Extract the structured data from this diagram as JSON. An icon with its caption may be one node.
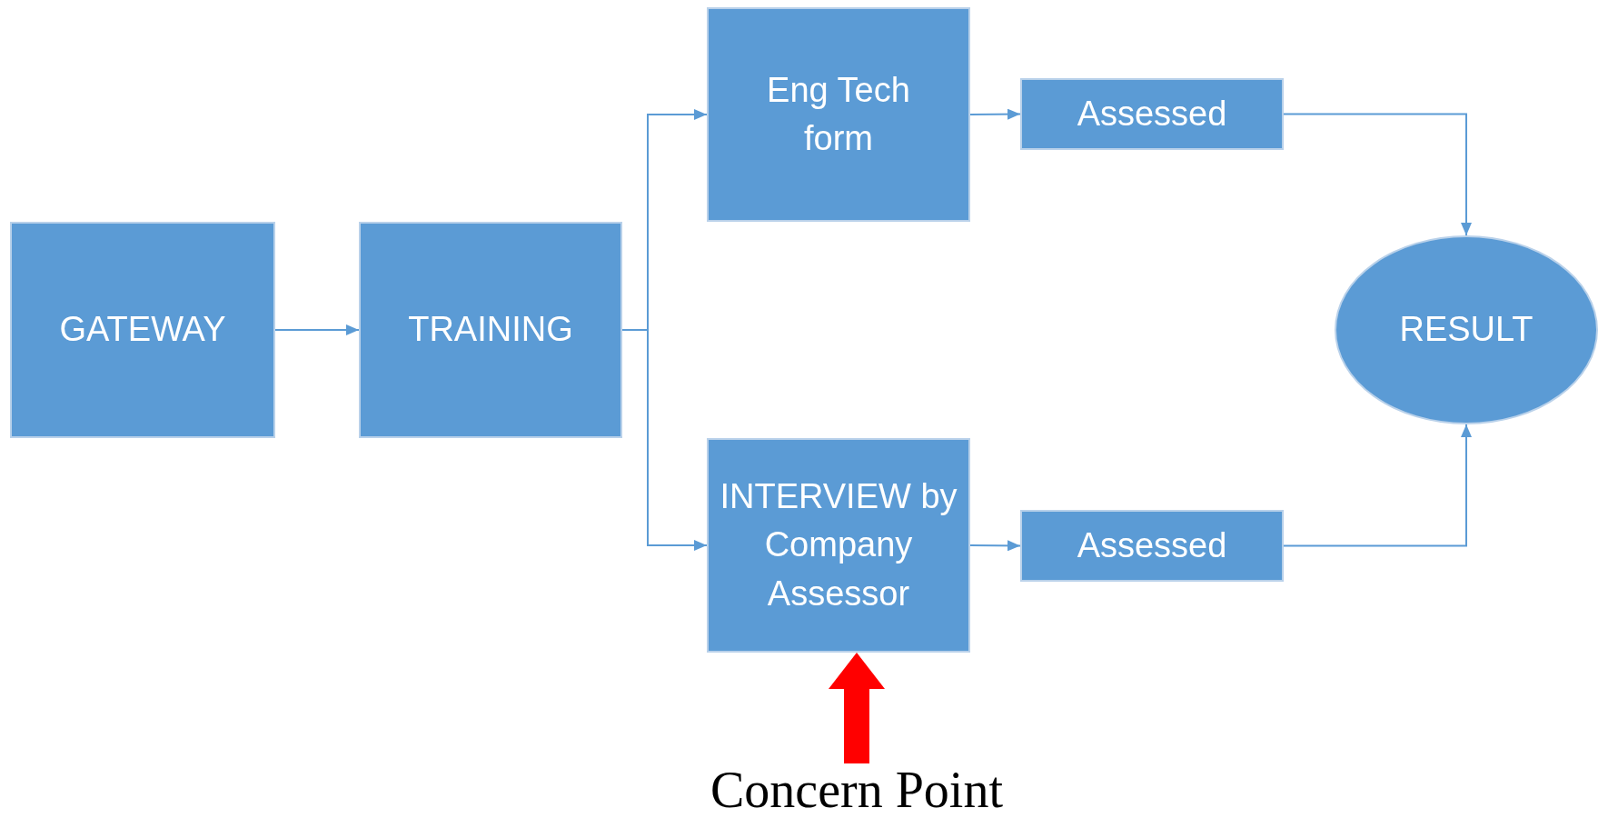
{
  "diagram": {
    "nodes": [
      {
        "text": [
          "GATEWAY"
        ]
      },
      {
        "text": [
          "TRAINING"
        ]
      },
      {
        "text": [
          "Eng Tech form"
        ]
      },
      {
        "text": [
          "INTERVIEW by Company Assessor"
        ]
      },
      {
        "text": [
          "Assessed"
        ]
      },
      {
        "text": [
          "Assessed"
        ]
      },
      {
        "text": [
          "RESULT"
        ]
      },
      {
        "text": [
          "Concern Point"
        ]
      }
    ],
    "edges": [
      {
        "from": 0,
        "to": 1,
        "arrow": "to"
      },
      {
        "from": 1,
        "to": 2,
        "arrow": "to"
      },
      {
        "from": 1,
        "to": 3,
        "arrow": "to"
      },
      {
        "from": 2,
        "to": 4,
        "arrow": "to"
      },
      {
        "from": 3,
        "to": 5,
        "arrow": "to"
      },
      {
        "from": 4,
        "to": 6,
        "arrow": "to"
      },
      {
        "from": 5,
        "to": 6,
        "arrow": "to"
      },
      {
        "from": 7,
        "to": 3,
        "arrow": "to",
        "style": "thick",
        "color": "#ff0000"
      }
    ]
  }
}
